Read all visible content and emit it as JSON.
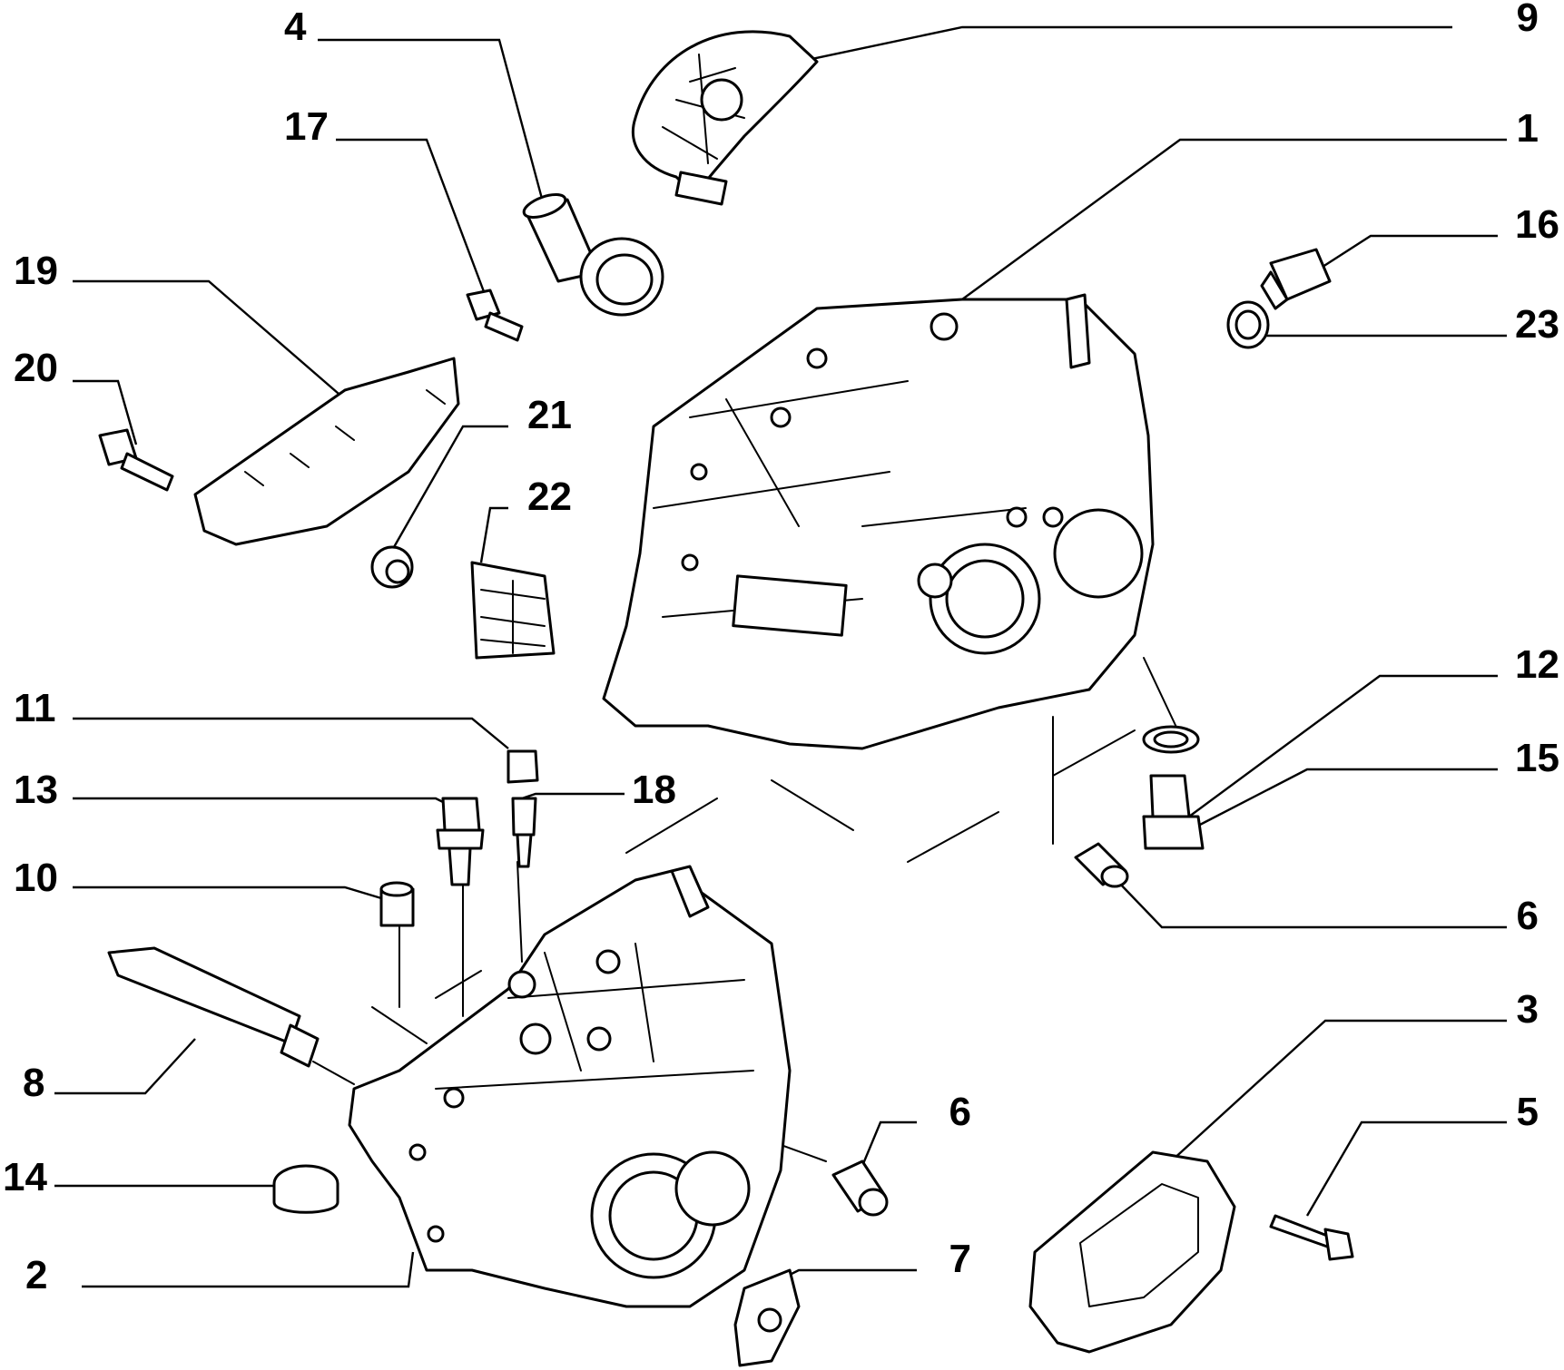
{
  "callouts": {
    "c1": "1",
    "c2": "2",
    "c3": "3",
    "c4": "4",
    "c5": "5",
    "c6a": "6",
    "c6b": "6",
    "c7": "7",
    "c8": "8",
    "c9": "9",
    "c10": "10",
    "c11": "11",
    "c12": "12",
    "c13": "13",
    "c14": "14",
    "c15": "15",
    "c16": "16",
    "c17": "17",
    "c18": "18",
    "c19": "19",
    "c20": "20",
    "c21": "21",
    "c22": "22",
    "c23": "23"
  },
  "colors": {
    "ink": "#000000",
    "paper": "#ffffff"
  }
}
